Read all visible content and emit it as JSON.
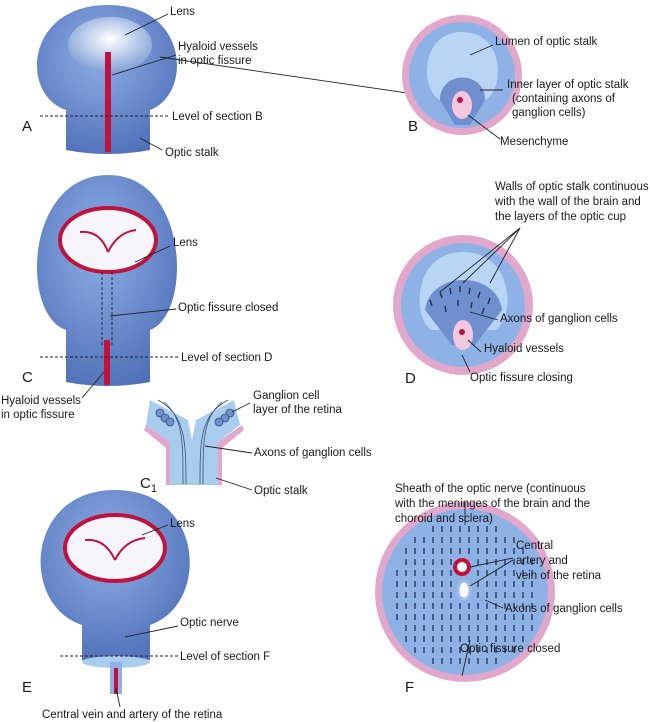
{
  "colors": {
    "tissue_blue": "#6f8fcf",
    "light_blue": "#a9cdef",
    "vessel_red": "#c0123c",
    "sheath_pink": "#e2a8cc"
  },
  "panel_a": {
    "letter": "A",
    "lens": "Lens",
    "hyaloid": [
      "Hyaloid vessels",
      "in optic fissure"
    ],
    "level": "Level of section B",
    "stalk": "Optic stalk"
  },
  "panel_b": {
    "letter": "B",
    "lumen": "Lumen of optic stalk",
    "inner": [
      "Inner layer of optic stalk",
      "(containing axons of",
      "ganglion cells)"
    ],
    "mesenchyme": "Mesenchyme"
  },
  "panel_c": {
    "letter": "C",
    "lens": "Lens",
    "fissure": "Optic fissure closed",
    "level": "Level of section D",
    "hyaloid": [
      "Hyaloid vessels",
      "in optic fissure"
    ]
  },
  "panel_c1": {
    "letter": "C",
    "subscript": "1",
    "ganglion": [
      "Ganglion cell",
      "layer of the retina"
    ],
    "axons": "Axons of ganglion cells",
    "stalk": "Optic stalk"
  },
  "panel_d": {
    "letter": "D",
    "walls": [
      "Walls of optic stalk continuous",
      "with the wall of the brain and",
      "the layers of the optic cup"
    ],
    "axons": "Axons of ganglion cells",
    "hyaloid": "Hyaloid vessels",
    "fissure": "Optic fissure closing"
  },
  "panel_e": {
    "letter": "E",
    "lens": "Lens",
    "nerve": "Optic nerve",
    "level": "Level of section F",
    "central": "Central vein and artery of the retina"
  },
  "panel_f": {
    "letter": "F",
    "sheath": [
      "Sheath of the optic nerve (continuous",
      "with the meninges of the brain and the",
      "choroid and sclera)"
    ],
    "central": [
      "Central",
      "artery and",
      "vein of the retina"
    ],
    "axons": "Axons of ganglion cells",
    "fissure": "Optic fissure closed"
  }
}
